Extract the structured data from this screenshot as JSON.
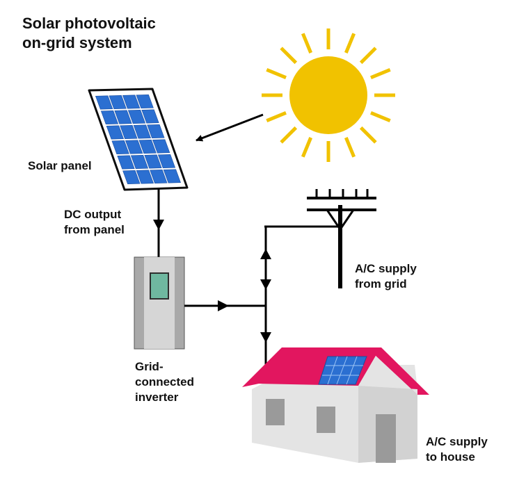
{
  "title": {
    "line1": "Solar photovoltaic",
    "line2": "on-grid system"
  },
  "labels": {
    "solar_panel": "Solar panel",
    "dc_output_line1": "DC output",
    "dc_output_line2": "from panel",
    "inverter_line1": "Grid-",
    "inverter_line2": "connected",
    "inverter_line3": "inverter",
    "grid_supply_line1": "A/C supply",
    "grid_supply_line2": "from grid",
    "house_supply_line1": "A/C supply",
    "house_supply_line2": "to house"
  },
  "colors": {
    "sun": "#f1c200",
    "panel_cell": "#2b6fd1",
    "panel_frame": "#0d0d0d",
    "inverter_body": "#cfcfcf",
    "inverter_screen": "#6fb8a0",
    "roof": "#e2165f",
    "house_wall": "#e4e4e4",
    "window": "#9a9a9a",
    "wire": "#000000"
  },
  "icons": [
    "sun-icon",
    "solar-panel-icon",
    "inverter-icon",
    "utility-pole-icon",
    "house-icon"
  ]
}
